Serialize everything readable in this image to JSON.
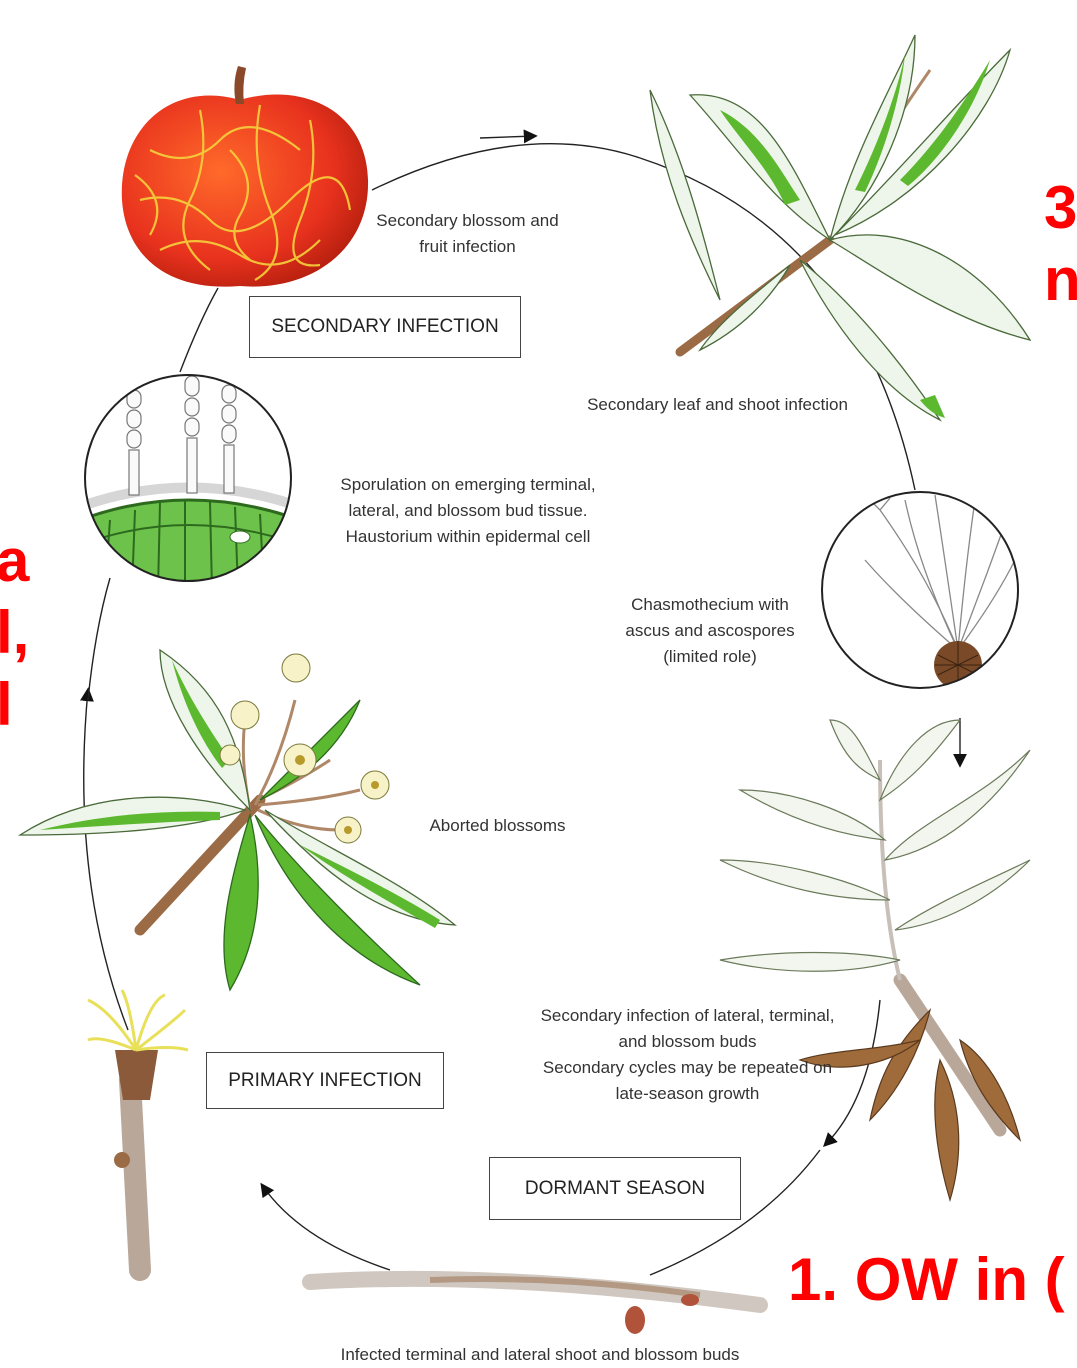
{
  "boxes": {
    "secondary_infection": "SECONDARY INFECTION",
    "primary_infection": "PRIMARY INFECTION",
    "dormant_season": "DORMANT SEASON"
  },
  "labels": {
    "fruit_infection": [
      "Secondary blossom and",
      "fruit infection"
    ],
    "leaf_shoot_infection": "Secondary leaf and shoot infection",
    "sporulation": [
      "Sporulation on emerging terminal,",
      "lateral, and blossom bud tissue.",
      "Haustorium  within epidermal cell"
    ],
    "chasmothecium": [
      "Chasmothecium with",
      "ascus and ascospores",
      "(limited role)"
    ],
    "aborted_blossoms": "Aborted blossoms",
    "secondary_buds": [
      "Secondary infection of lateral, terminal,",
      "and blossom buds",
      "Secondary cycles may be repeated on",
      "late-season growth"
    ],
    "infected_buds": "Infected terminal and lateral shoot and blossom buds"
  },
  "overlay_text": {
    "right_top": [
      "3",
      "n"
    ],
    "left_middle": [
      "a",
      "l,",
      "l"
    ],
    "bottom_right": "1. OW in ("
  },
  "colors": {
    "overlay_red": "#ff0000",
    "leaf_green": "#5cb82e",
    "apple_red": "#e8321e",
    "apple_yellow": "#f5d23c",
    "bark_brown": "#9a6b45"
  }
}
